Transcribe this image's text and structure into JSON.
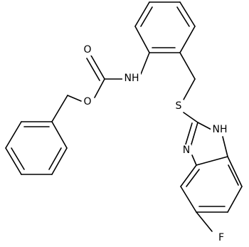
{
  "structure": {
    "atom_labels": {
      "oxygen_carbonyl": "O",
      "oxygen_ester": "O",
      "nitrogen_amide": "NH",
      "sulfur": "S",
      "nitrogen_imidazole_h": "NH",
      "nitrogen_imidazole": "N",
      "fluorine": "F"
    }
  }
}
